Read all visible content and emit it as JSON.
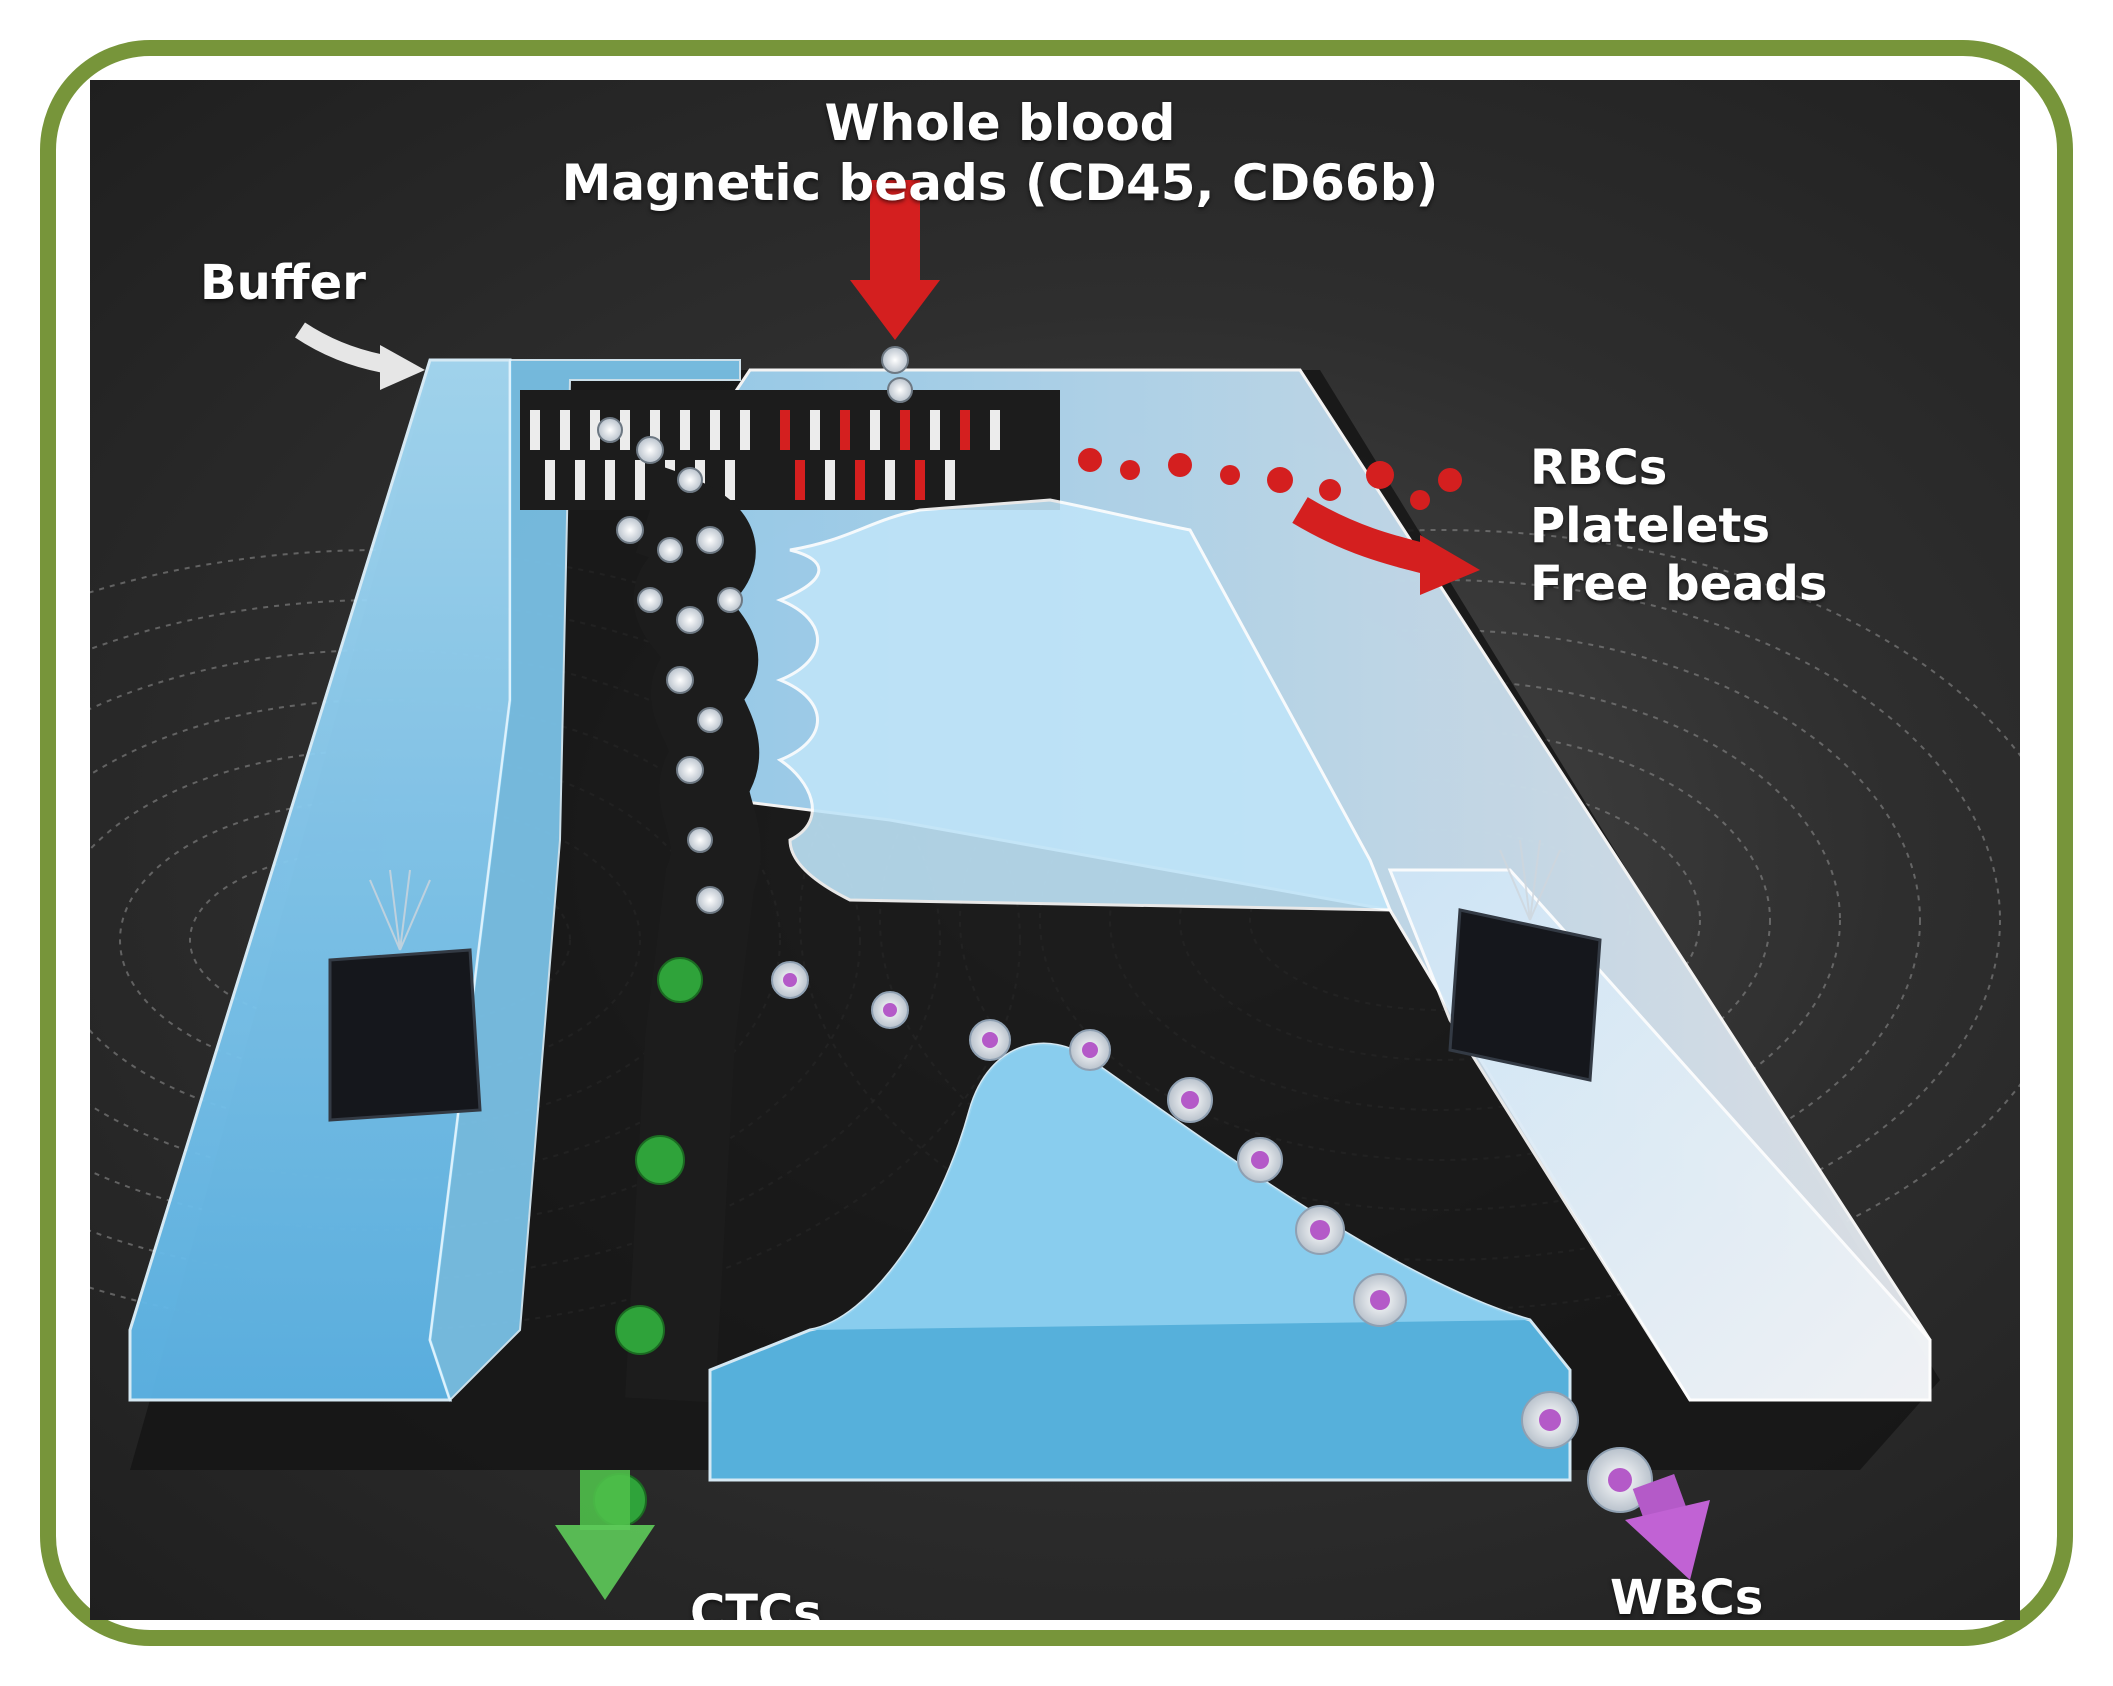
{
  "labels": {
    "input_line1": "Whole blood",
    "input_line2": "Magnetic beads (CD45, CD66b)",
    "buffer": "Buffer",
    "output_rbcs": "RBCs",
    "output_platelets": "Platelets",
    "output_free_beads": "Free beads",
    "output_ctcs": "CTCs",
    "output_wbcs": "WBCs"
  },
  "colors": {
    "frame": "#77953a",
    "background": "#2a2a2a",
    "channel_blue": "#6fc3f0",
    "channel_white": "#e8eef4",
    "rbc_red": "#d41f1f",
    "ctc_green": "#2fa33a",
    "wbc_purple": "#b45ac8",
    "magnet_black": "#15171c"
  },
  "icons": [
    "buffer-arrow-icon",
    "red-inlet-arrow-icon",
    "red-outlet-arrow-icon",
    "green-ctc-arrow-icon",
    "purple-wbc-arrow-icon",
    "magnet-icon"
  ]
}
